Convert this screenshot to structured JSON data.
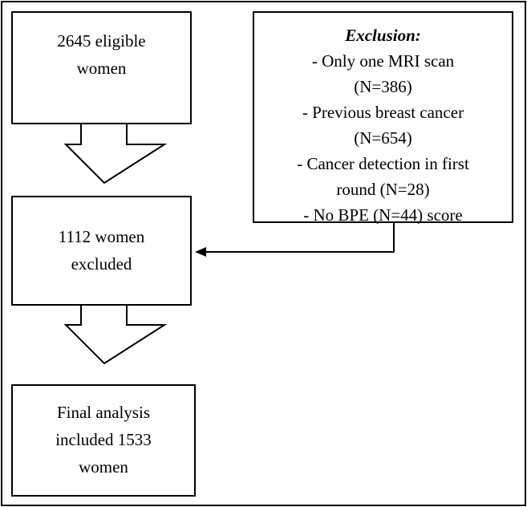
{
  "diagram": {
    "box_eligible": {
      "lines": [
        "2645 eligible",
        "women"
      ]
    },
    "box_excluded": {
      "lines": [
        "1112 women",
        "excluded"
      ]
    },
    "box_final": {
      "lines": [
        "Final analysis",
        "included 1533",
        "women"
      ]
    },
    "box_exclusion": {
      "title": "Exclusion:",
      "lines": [
        "- Only one MRI scan",
        "(N=386)",
        "- Previous breast cancer",
        "(N=654)",
        "- Cancer detection in first",
        "round (N=28)",
        "- No BPE (N=44) score"
      ]
    }
  }
}
